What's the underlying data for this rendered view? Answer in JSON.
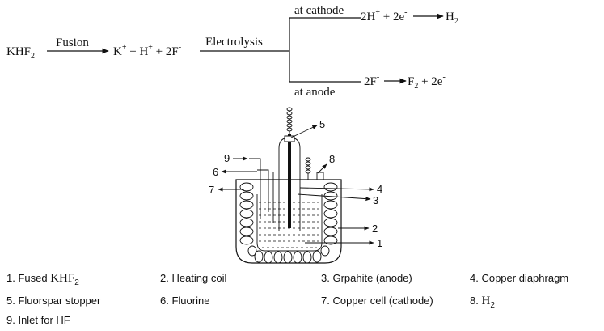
{
  "equation": {
    "reactant": "KHF",
    "reactant_sub": "2",
    "fusion_label": "Fusion",
    "ions_k": "K",
    "ions_plus1": "+",
    "ions_h": " + H",
    "ions_plus2": "+",
    "ions_f": " + 2F",
    "ions_minus": "-",
    "electrolysis_label": "Electrolysis",
    "cathode_label": "at  cathode",
    "cathode_eq_lhs": "2H",
    "cathode_eq_sup": "+",
    "cathode_eq_mid": " + 2e",
    "cathode_eq_sup2": "-",
    "cathode_eq_product": "H",
    "cathode_eq_product_sub": "2",
    "anode_label": "at  anode",
    "anode_eq_lhs": "2F",
    "anode_eq_sup": "-",
    "anode_eq_product": "F",
    "anode_eq_product_sub": "2",
    "anode_eq_rest": " + 2e",
    "anode_eq_sup2": "-"
  },
  "callouts": [
    "1",
    "2",
    "3",
    "4",
    "5",
    "6",
    "7",
    "8",
    "9"
  ],
  "legend": {
    "item1_text": "1. Fused ",
    "item1_formula": "KHF",
    "item1_sub": "2",
    "item2": "2. Heating coil",
    "item3": "3. Grpahite (anode)",
    "item4": "4. Copper diaphragm",
    "item5": "5. Fluorspar stopper",
    "item6": "6. Fluorine",
    "item7": "7. Copper cell (cathode)",
    "item8_text": "8. ",
    "item8_formula": "H",
    "item8_sub": "2",
    "item9": "9. Inlet for HF"
  }
}
